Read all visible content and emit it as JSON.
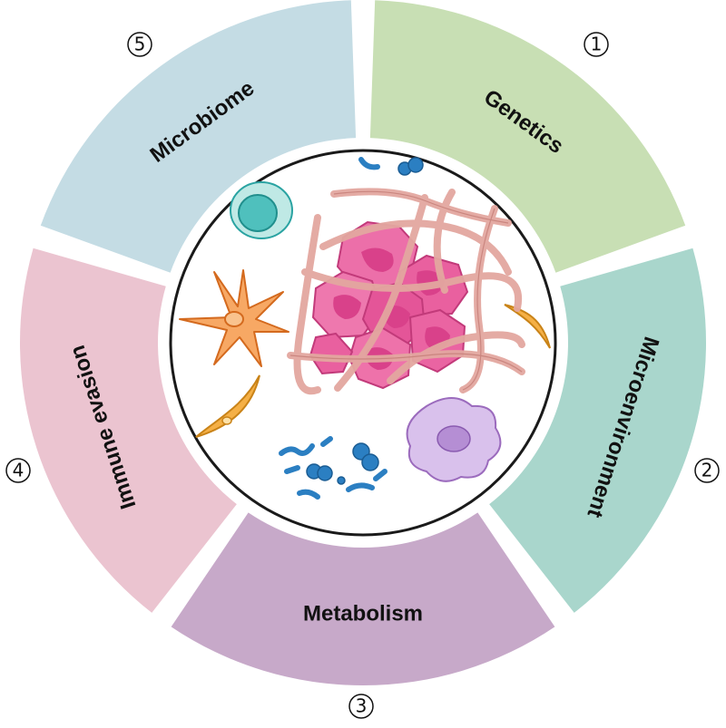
{
  "segments": [
    {
      "number": "1",
      "label": "Genetics",
      "color": "#c8dfb4"
    },
    {
      "number": "2",
      "label": "Microenvironment",
      "color": "#a9d6cc"
    },
    {
      "number": "3",
      "label": "Metabolism",
      "color": "#c7a9c9"
    },
    {
      "number": "4",
      "label": "Immune evasion",
      "color": "#ebc4d0"
    },
    {
      "number": "5",
      "label": "Microbiome",
      "color": "#c4dce4"
    }
  ],
  "center": {
    "cells": [
      "tumor-cell-cluster",
      "fibroblast-fibers",
      "dendritic-cell",
      "lymphocyte",
      "macrophage",
      "bacteria",
      "spindle-cell"
    ],
    "colors": {
      "tumor": "#e9609f",
      "fiber": "#e3a7a0",
      "dendritic": "#f39c4e",
      "lymphocyte": "#5dc6c4",
      "macrophage": "#c6a7dd",
      "bacteria": "#2b7fc2",
      "spindle": "#f5b046"
    }
  }
}
